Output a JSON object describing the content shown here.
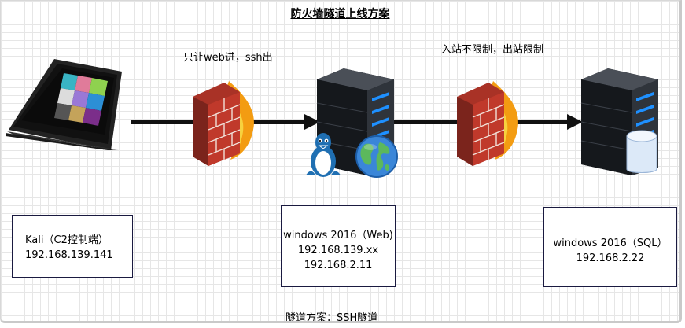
{
  "diagram": {
    "title": "防火墙隧道上线方案",
    "arrow1_label": "只让web进，ssh出",
    "arrow2_label": "入站不限制，出站限制",
    "footer": "隧道方案：SSH隧道"
  },
  "nodes": {
    "kali": {
      "line1": "Kali（C2控制端）",
      "line2": "192.168.139.141"
    },
    "web": {
      "line1": "windows 2016（Web)",
      "line2": "192.168.139.xx",
      "line3": "192.168.2.11"
    },
    "sql": {
      "line1": "windows 2016（SQL）",
      "line2": "192.168.2.22"
    }
  },
  "icons": [
    "laptop-icon",
    "firewall-icon",
    "server-icon",
    "linux-penguin-icon",
    "globe-icon",
    "database-icon",
    "arrow-icon"
  ],
  "colors": {
    "arrow": "#111111",
    "brick": "#c0392b",
    "flame": "#f39c12",
    "server": "#2b2f36",
    "server_led": "#1e90ff",
    "box_border": "#1a1a40"
  }
}
